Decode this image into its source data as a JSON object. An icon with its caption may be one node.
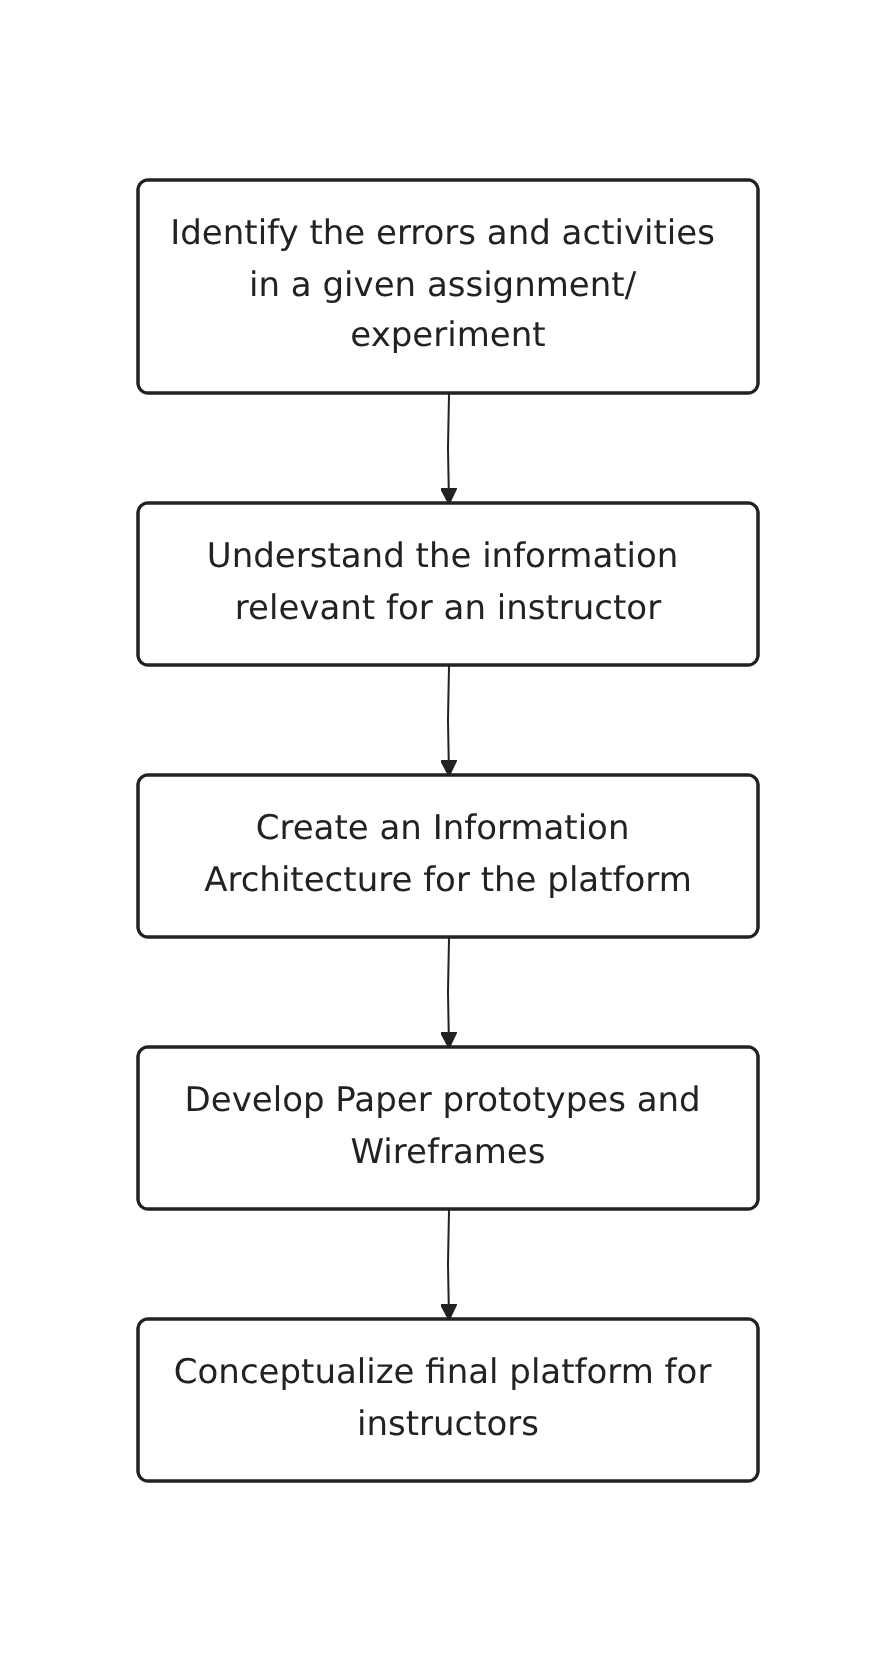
{
  "diagram": {
    "nodes": [
      {
        "text": [
          "Identify the errors and activities in a given assignment/ experiment"
        ]
      },
      {
        "text": [
          "Understand the information relevant for an instructor"
        ]
      },
      {
        "text": [
          "Create an Information Architecture for the platform"
        ]
      },
      {
        "text": [
          "Develop Paper prototypes and Wireframes"
        ]
      },
      {
        "text": [
          "Conceptualize final platform for instructors"
        ]
      }
    ],
    "edges": [
      {
        "from": 0,
        "to": 1,
        "arrow": "to"
      },
      {
        "from": 1,
        "to": 2,
        "arrow": "to"
      },
      {
        "from": 2,
        "to": 3,
        "arrow": "to"
      },
      {
        "from": 3,
        "to": 4,
        "arrow": "to"
      }
    ]
  }
}
